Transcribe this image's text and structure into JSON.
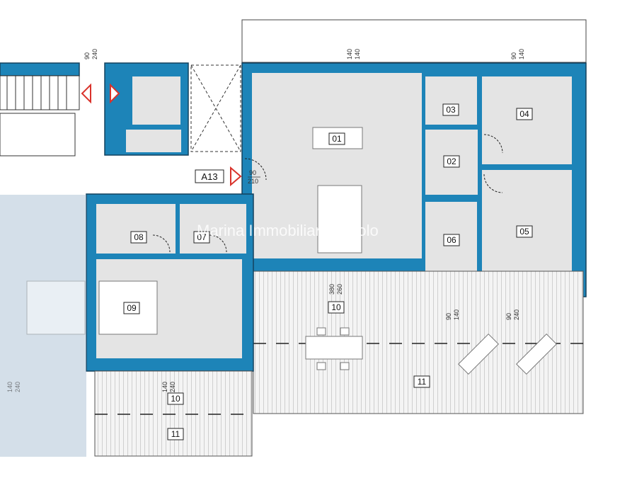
{
  "rooms": {
    "r01": "01",
    "r02": "02",
    "r03": "03",
    "r04": "04",
    "r05": "05",
    "r06": "06",
    "r07": "07",
    "r08": "08",
    "r09": "09",
    "r10a": "10",
    "r10b": "10",
    "r11a": "11",
    "r11b": "11"
  },
  "unit_label": "A13",
  "dims": {
    "d_top_left": [
      "90",
      "240"
    ],
    "d_top_mid": [
      "140",
      "140"
    ],
    "d_top_right": [
      "90",
      "140"
    ],
    "d_entry": [
      "90",
      "210"
    ],
    "d_terrace_center": [
      "380",
      "260"
    ],
    "d_terrace_r1": [
      "90",
      "140"
    ],
    "d_terrace_r2": [
      "90",
      "240"
    ],
    "d_bottom_left": [
      "140",
      "240"
    ],
    "d_bottom_mid": [
      "140",
      "240"
    ]
  },
  "watermark": "Marina Immobiliare Jesolo",
  "colors": {
    "wall": "#1d84b8",
    "floor": "#e4e4e4",
    "entry_marker": "#d9322b",
    "overlay": "#9fb9cf"
  }
}
